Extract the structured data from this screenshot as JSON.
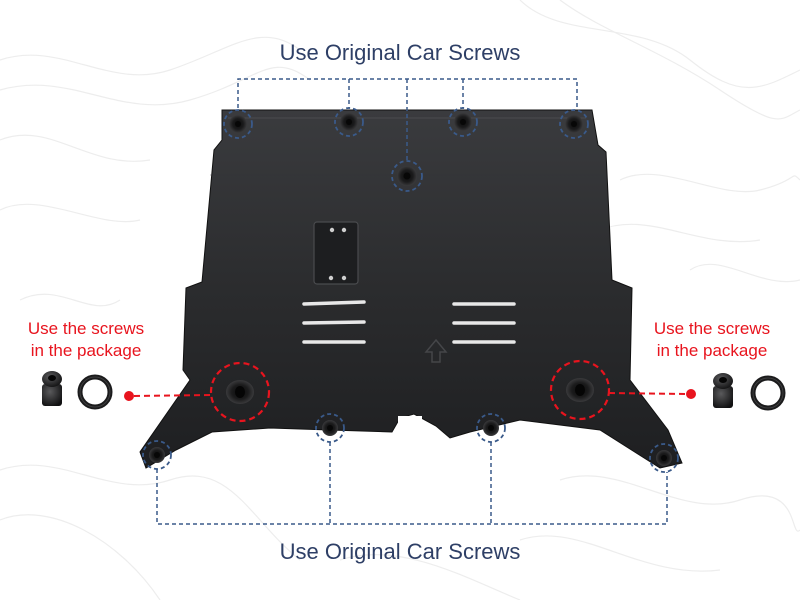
{
  "top_label": "Use Original Car Screws",
  "bottom_label": "Use Original Car Screws",
  "left_label": {
    "line1": "Use the screws",
    "line2": "in the package"
  },
  "right_label": {
    "line1": "Use the screws",
    "line2": "in the package"
  },
  "colors": {
    "title_text": "#2e3f66",
    "callout_red": "#e8141e",
    "dashed_blue": "#3a5a8a",
    "plate": "#2a2b2d",
    "background_contours": "#ededed"
  },
  "icons": [
    "screw-icon",
    "washer-ring-icon",
    "mounting-hole-icon",
    "arrow-icon"
  ]
}
